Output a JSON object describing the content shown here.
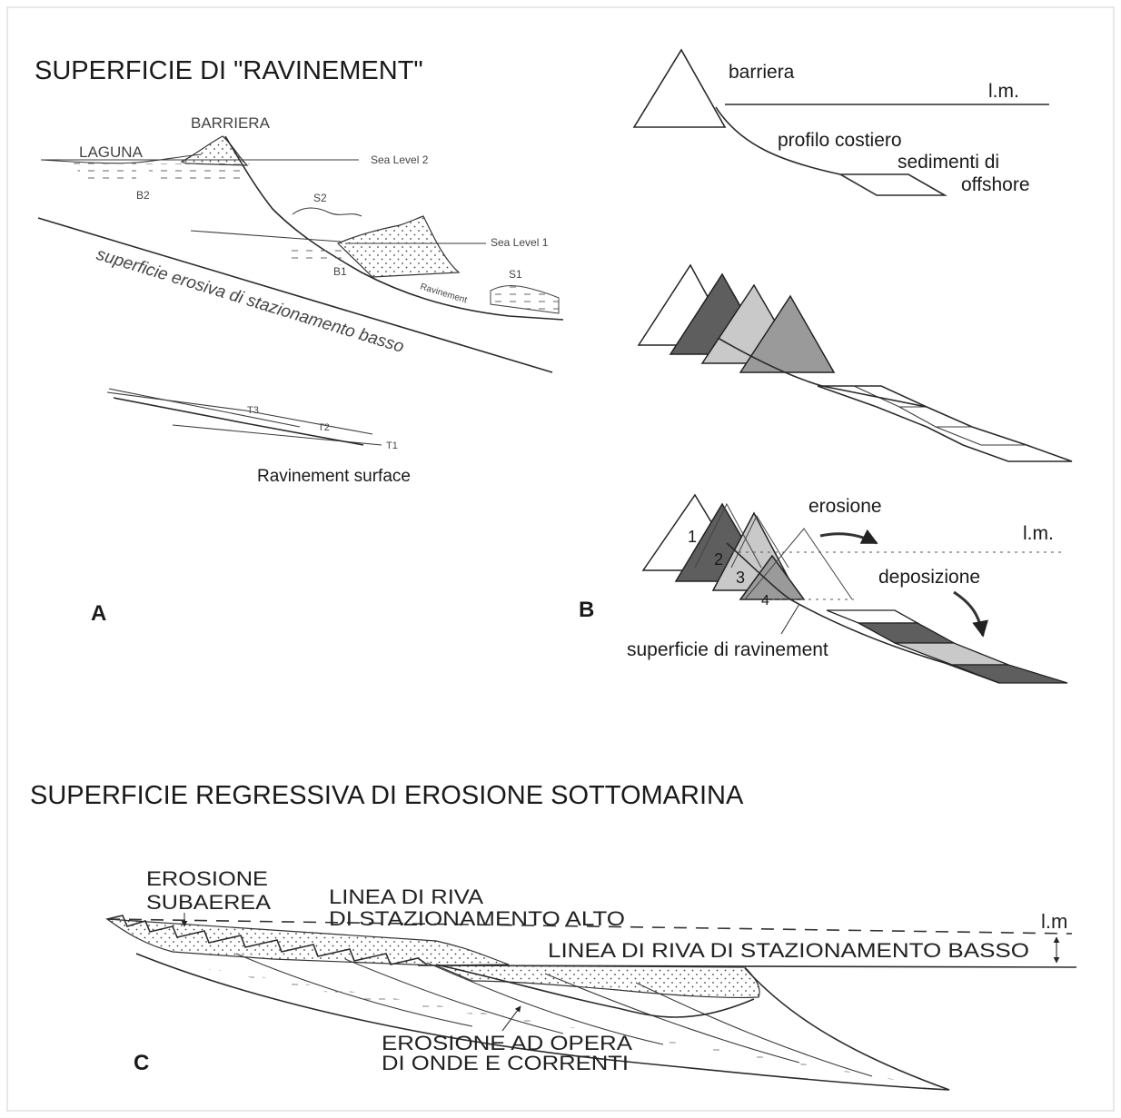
{
  "panel_a": {
    "title": "SUPERFICIE DI \"RAVINEMENT\"",
    "letter": "A",
    "labels": {
      "barriera": "BARRIERA",
      "laguna": "LAGUNA",
      "sea_level_2": "Sea Level 2",
      "sea_level_1": "Sea Level 1",
      "s2": "S2",
      "b2": "B2",
      "b1": "B1",
      "s1": "S1",
      "ravinement": "Ravinement",
      "erosive_surface": "superficie erosiva di stazionamento basso",
      "t3": "T3",
      "t2": "T2",
      "t1": "T1",
      "ravinement_surface": "Ravinement surface"
    }
  },
  "panel_b": {
    "letter": "B",
    "top": {
      "barriera": "barriera",
      "lm": "l.m.",
      "profilo": "profilo costiero",
      "sedimenti_1": "sedimenti di",
      "sedimenti_2": "offshore"
    },
    "bottom": {
      "erosione": "erosione",
      "lm": "l.m.",
      "deposizione": "deposizione",
      "superficie": "superficie di ravinement",
      "num_1": "1",
      "num_2": "2",
      "num_3": "3",
      "num_4": "4"
    }
  },
  "panel_c": {
    "title": "SUPERFICIE REGRESSIVA DI EROSIONE SOTTOMARINA",
    "letter": "C",
    "labels": {
      "erosione_1": "EROSIONE",
      "erosione_2": "SUBAEREA",
      "linea_alto_1": "LINEA DI RIVA",
      "linea_alto_2": "DI STAZIONAMENTO ALTO",
      "lm": "l.m",
      "linea_basso": "LINEA DI RIVA DI STAZIONAMENTO BASSO",
      "erosione_onde_1": "EROSIONE AD OPERA",
      "erosione_onde_2": "DI ONDE E CORRENTI"
    }
  },
  "colors": {
    "line": "#2a2a2a",
    "dark_fill": "#5e5e5e",
    "mid_fill": "#9a9a9a",
    "light_fill": "#c9c9c9"
  }
}
